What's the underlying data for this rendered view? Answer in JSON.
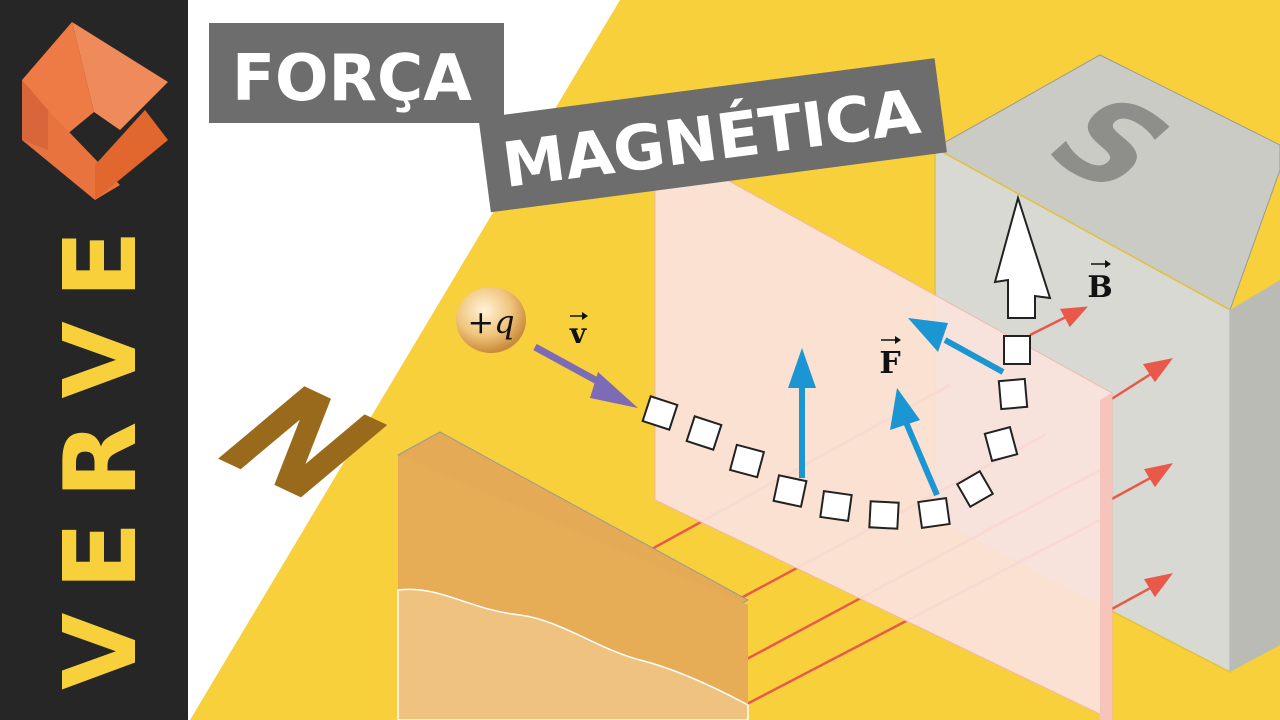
{
  "brand": {
    "name": "VERVE",
    "logo": "orange-diamond-ribbon-logo",
    "colors": {
      "sidebar": "#262626",
      "letters": "#f7d03c",
      "logo": "#ee7b45"
    }
  },
  "title": {
    "line1": "FORÇA",
    "line2": "MAGNÉTICA",
    "box_color": "#6d6d6d"
  },
  "diagram": {
    "charge_label": "+q",
    "velocity_label": "v",
    "force_label": "F",
    "field_label": "B",
    "north_pole": "N",
    "south_pole": "S",
    "colors": {
      "background": "#f7d03c",
      "field_lines": "#e8594a",
      "force": "#1b96d2",
      "velocity": "#7e6bb5",
      "plate": "#fbe3dd"
    }
  }
}
